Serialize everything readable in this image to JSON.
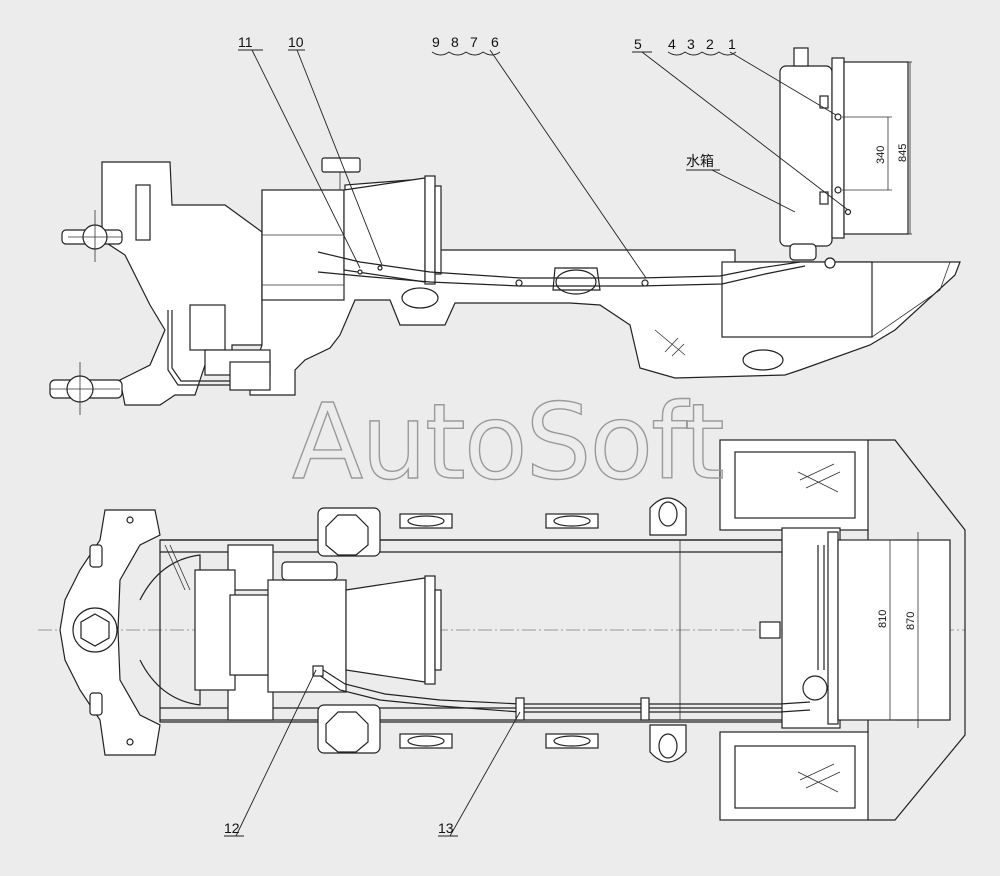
{
  "callouts_top": {
    "c11": "11",
    "c10": "10",
    "c9": "9",
    "c8": "8",
    "c7": "7",
    "c6": "6",
    "c5": "5",
    "c4": "4",
    "c3": "3",
    "c2": "2",
    "c1": "1"
  },
  "callouts_bottom": {
    "c12": "12",
    "c13": "13"
  },
  "tank_label": "水箱",
  "dimensions": {
    "d845": "845",
    "d340": "340",
    "d810": "810",
    "d870": "870"
  },
  "watermark": "AutoSoft"
}
